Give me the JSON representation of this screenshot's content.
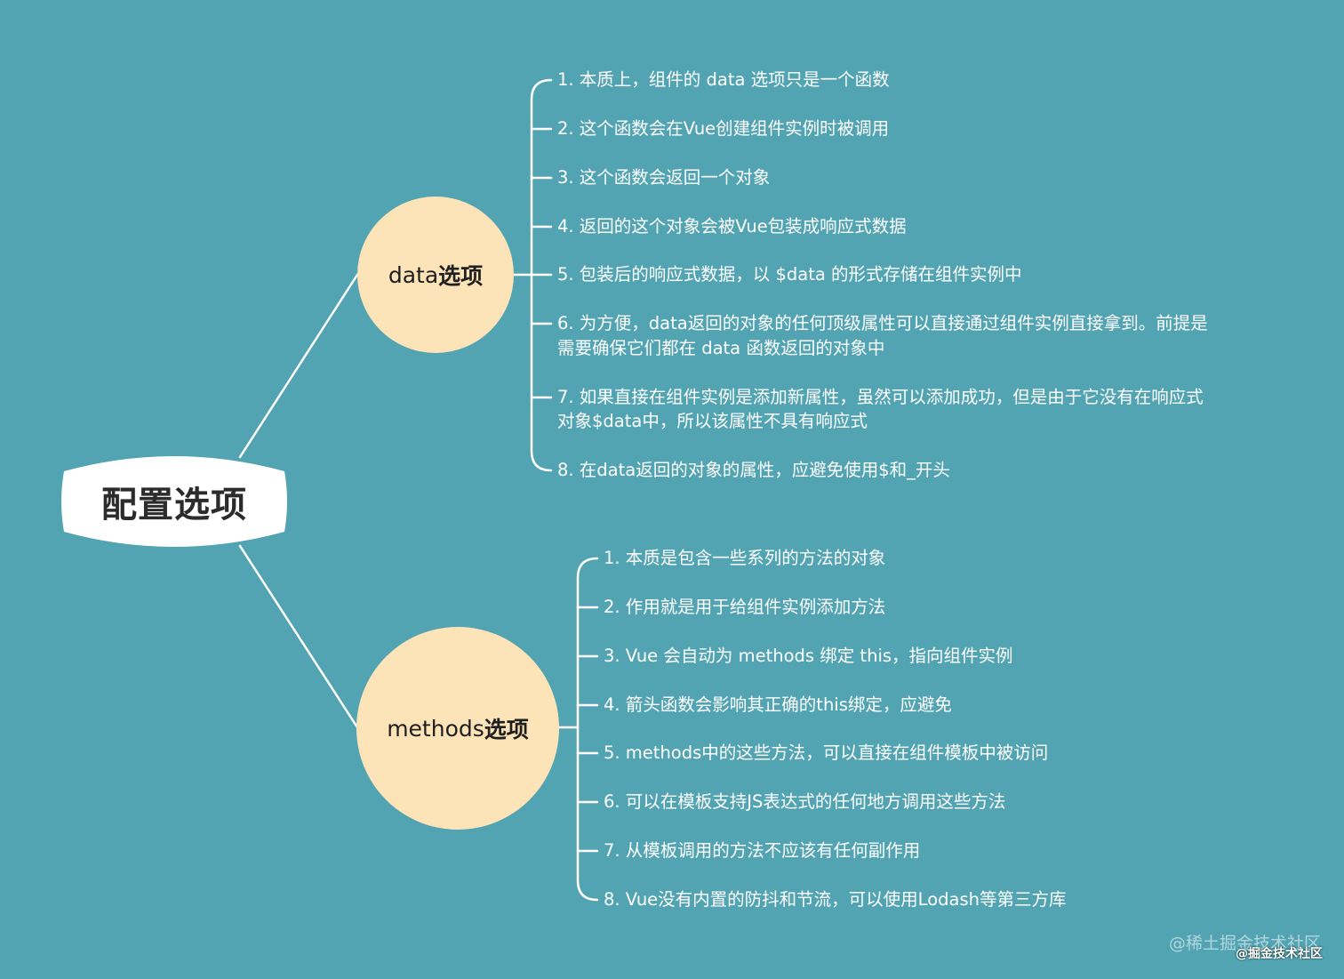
{
  "colors": {
    "background": "#52a4b3",
    "bubble": "#fde3b8",
    "root": "#ffffff",
    "line": "#ffffff"
  },
  "root": {
    "label": "配置选项"
  },
  "data_branch": {
    "prefix": "data",
    "suffix": "选项",
    "items": [
      "1. 本质上，组件的 data 选项只是一个函数",
      "2. 这个函数会在Vue创建组件实例时被调用",
      "3. 这个函数会返回一个对象",
      "4. 返回的这个对象会被Vue包装成响应式数据",
      "5. 包装后的响应式数据，以 $data 的形式存储在组件实例中",
      "6. 为方便，data返回的对象的任何顶级属性可以直接通过组件实例直接拿到。前提是",
      "需要确保它们都在 data 函数返回的对象中",
      "7. 如果直接在组件实例是添加新属性，虽然可以添加成功，但是由于它没有在响应式",
      "对象$data中，所以该属性不具有响应式",
      "8. 在data返回的对象的属性，应避免使用$和_开头"
    ]
  },
  "methods_branch": {
    "prefix": "methods",
    "suffix": "选项",
    "items": [
      "1. 本质是包含一些系列的方法的对象",
      "2. 作用就是用于给组件实例添加方法",
      "3. Vue 会自动为 methods 绑定 this，指向组件实例",
      "4. 箭头函数会影响其正确的this绑定，应避免",
      "5. methods中的这些方法，可以直接在组件模板中被访问",
      "6. 可以在模板支持JS表达式的任何地方调用这些方法",
      "7. 从模板调用的方法不应该有任何副作用",
      "8. Vue没有内置的防抖和节流，可以使用Lodash等第三方库"
    ]
  },
  "watermark": {
    "text": "@稀土掘金技术社区",
    "text2": "@掘金技术社区"
  }
}
